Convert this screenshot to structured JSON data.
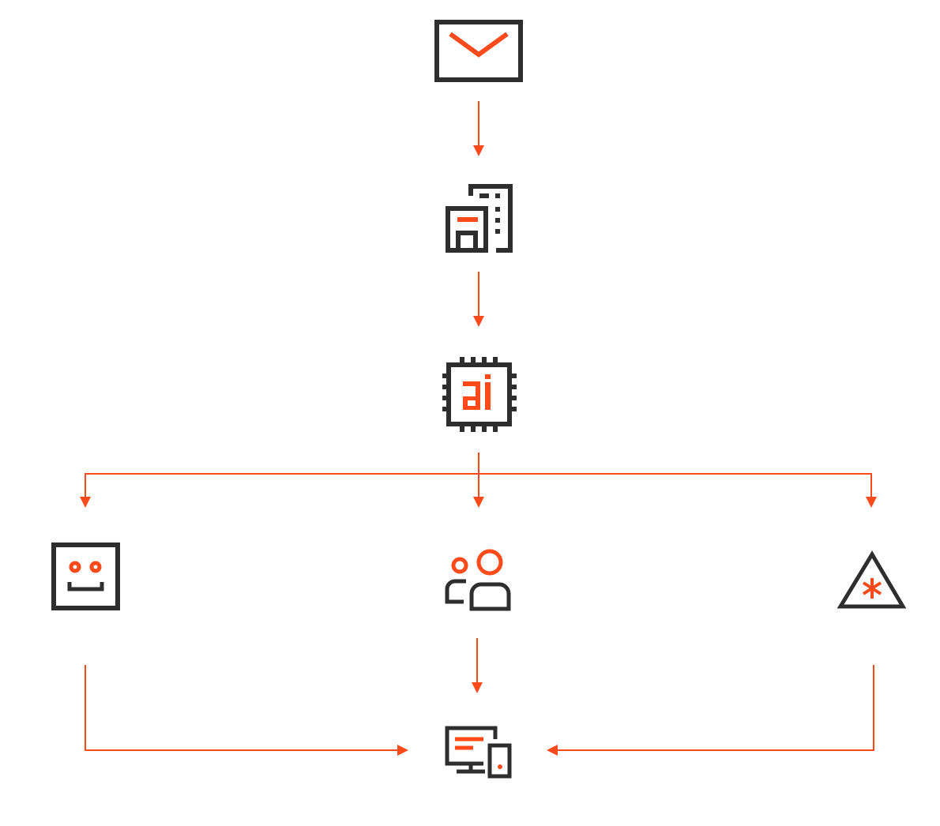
{
  "colors": {
    "accent": "#fc4a1a",
    "icon": "#2e2e2e",
    "background": "#ffffff"
  },
  "nodes": [
    {
      "id": "email",
      "icon": "envelope-icon"
    },
    {
      "id": "organization",
      "icon": "building-icon"
    },
    {
      "id": "ai",
      "icon": "ai-chip-icon",
      "glyph_text": "ai"
    },
    {
      "id": "bot",
      "icon": "robot-face-icon"
    },
    {
      "id": "people",
      "icon": "users-icon"
    },
    {
      "id": "alert",
      "icon": "warning-triangle-icon"
    },
    {
      "id": "devices",
      "icon": "devices-icon"
    }
  ],
  "edges": [
    [
      "email",
      "organization"
    ],
    [
      "organization",
      "ai"
    ],
    [
      "ai",
      "bot"
    ],
    [
      "ai",
      "people"
    ],
    [
      "ai",
      "alert"
    ],
    [
      "people",
      "devices"
    ],
    [
      "bot",
      "devices"
    ],
    [
      "alert",
      "devices"
    ]
  ]
}
